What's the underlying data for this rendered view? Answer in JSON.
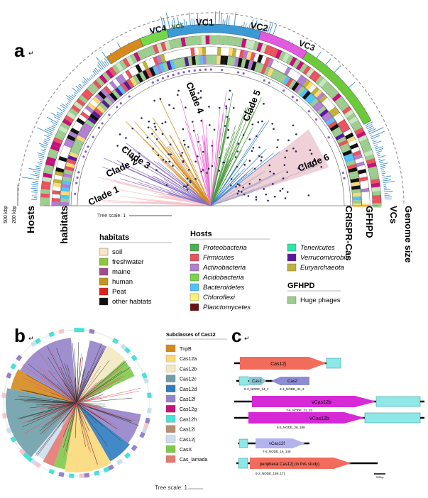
{
  "panels": {
    "a": "a",
    "b": "b",
    "c": "c",
    "return_mark": "↵"
  },
  "panel_a": {
    "clades": [
      "Clade 1",
      "Clade 2",
      "Clade 3",
      "Clade 4",
      "Clade 5",
      "Clade 6"
    ],
    "vc_labels": [
      "VC4",
      "VC5",
      "VC1",
      "VC2",
      "VC3"
    ],
    "ring_labels_left": [
      "Hosts",
      "habitats"
    ],
    "size_ticks": [
      "200 kbp",
      "500 kbp"
    ],
    "ring_labels_right": [
      "CRISPR-Cas",
      "GFHPD",
      "VCs",
      "Genome size"
    ],
    "tree_scale": "Tree scale: 1",
    "legend_habitats": {
      "title": "habitats",
      "items": [
        {
          "label": "soil",
          "color": "#fbe3c9"
        },
        {
          "label": "freshwater",
          "color": "#8dc63f"
        },
        {
          "label": "maine",
          "color": "#a34c8f"
        },
        {
          "label": "human",
          "color": "#c8931e"
        },
        {
          "label": "Peat",
          "color": "#e0201b"
        },
        {
          "label": "other habtats",
          "color": "#111111"
        }
      ]
    },
    "legend_hosts": {
      "title": "Hosts",
      "items": [
        {
          "label": "Proteobacteria",
          "color": "#4caf50"
        },
        {
          "label": "Firmicutes",
          "color": "#e8535d"
        },
        {
          "label": "Actinobacteria",
          "color": "#b07fd1"
        },
        {
          "label": "Acidobacteria",
          "color": "#78d64a"
        },
        {
          "label": "Bacteroidetes",
          "color": "#4fc3f7"
        },
        {
          "label": "Chloroflexi",
          "color": "#fff176"
        },
        {
          "label": "Planctomycetes",
          "color": "#6d1010"
        }
      ]
    },
    "legend_hosts2": {
      "items": [
        {
          "label": "Tenericutes",
          "color": "#2ee6a5"
        },
        {
          "label": "Verrucomicrobia",
          "color": "#5a1a9c"
        },
        {
          "label": "Euryarchaeota",
          "color": "#c0b13a"
        }
      ]
    },
    "legend_gfhpd": {
      "title": "GFHPD",
      "items": [
        {
          "label": "Huge phages",
          "color": "#9ccc8e"
        }
      ]
    }
  },
  "panel_b": {
    "legend_title": "Subclasses of Cas12",
    "items": [
      {
        "label": "TnpB",
        "color": "#d48a1e"
      },
      {
        "label": "Cas12a",
        "color": "#fbd97a"
      },
      {
        "label": "Cas12b",
        "color": "#f2e9c2"
      },
      {
        "label": "Cas12c",
        "color": "#6e9fa8"
      },
      {
        "label": "Cas12d",
        "color": "#2e7cc1"
      },
      {
        "label": "Cas12f",
        "color": "#9583c9"
      },
      {
        "label": "Cas12g",
        "color": "#c4127a"
      },
      {
        "label": "Cas12h",
        "color": "#48e2d6"
      },
      {
        "label": "Cas12i",
        "color": "#b59070"
      },
      {
        "label": "Cas12j",
        "color": "#c9dfef"
      },
      {
        "label": "CasX",
        "color": "#7fc94a"
      },
      {
        "label": "Cas_lamada",
        "color": "#e27a72"
      }
    ],
    "tree_scale": "Tree scale: 1"
  },
  "panel_c": {
    "genes": [
      {
        "label": "Cas12j"
      },
      {
        "label": "Cas1"
      },
      {
        "label": "Cas2"
      },
      {
        "label": "vCas12b"
      },
      {
        "label": "vCas12b"
      },
      {
        "label": "vCas12f"
      },
      {
        "label": "peripheral Cas12j (in this study)"
      }
    ],
    "node_labels": [
      "8-3_NODE_34_2",
      "8-3_NODE_34_3",
      "7-6_NODE_21_33",
      "6-3_NODE_28_189",
      "7-6_NODE_16_149",
      "6-2_NODE_198_171"
    ],
    "scale": "200bp"
  }
}
